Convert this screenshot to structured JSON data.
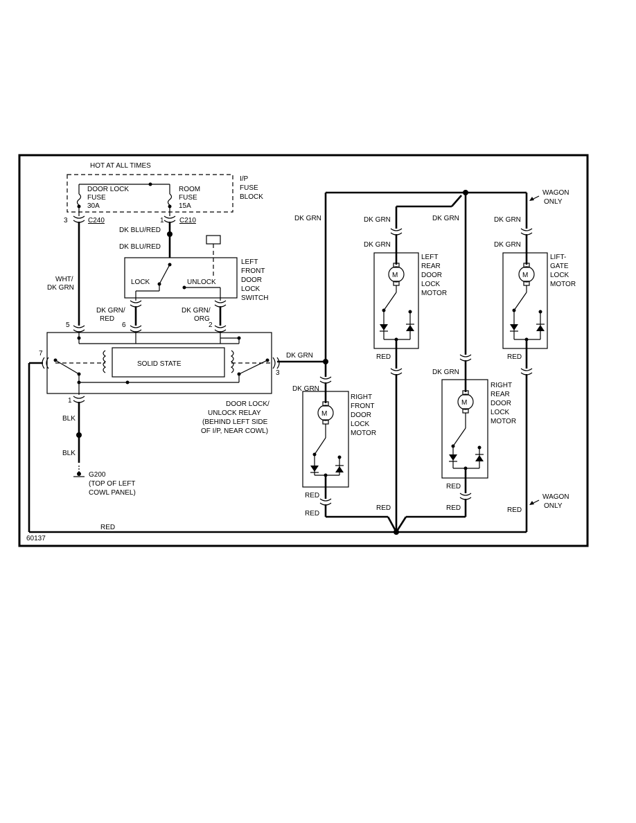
{
  "diagram_id": "60137",
  "hot_label": "HOT AT ALL TIMES",
  "fuse_block": {
    "l1": "I/P",
    "l2": "FUSE",
    "l3": "BLOCK"
  },
  "door_lock_fuse": {
    "l1": "DOOR LOCK",
    "l2": "FUSE",
    "l3": "30A"
  },
  "room_fuse": {
    "l1": "ROOM",
    "l2": "FUSE",
    "l3": "15A"
  },
  "connectors": {
    "c240": "C240",
    "c240_pin": "3",
    "c210": "C210",
    "c210_pin": "1"
  },
  "wires": {
    "dk_blu_red": "DK BLU/RED",
    "wht": "WHT/",
    "dk_grn": "DK GRN",
    "dk_grn_slash": "DK GRN/",
    "red_l": "RED",
    "org": "ORG",
    "blk": "BLK",
    "red": "RED"
  },
  "left_front_switch": {
    "l1": "LEFT",
    "l2": "FRONT",
    "l3": "DOOR",
    "l4": "LOCK",
    "l5": "SWITCH",
    "lock": "LOCK",
    "unlock": "UNLOCK"
  },
  "relay": {
    "solid_state": "SOLID STATE",
    "pins": {
      "p5": "5",
      "p6": "6",
      "p2": "2",
      "p7": "7",
      "p3": "3",
      "p1": "1"
    },
    "l1": "DOOR LOCK/",
    "l2": "UNLOCK RELAY",
    "l3": "(BEHIND LEFT SIDE",
    "l4": "OF I/P, NEAR COWL)"
  },
  "ground": {
    "l1": "G200",
    "l2": "(TOP OF LEFT",
    "l3": "COWL PANEL)"
  },
  "motor_symbol": "M",
  "motors": {
    "rf": {
      "l1": "RIGHT",
      "l2": "FRONT",
      "l3": "DOOR",
      "l4": "LOCK",
      "l5": "MOTOR"
    },
    "lr": {
      "l1": "LEFT",
      "l2": "REAR",
      "l3": "DOOR",
      "l4": "LOCK",
      "l5": "MOTOR"
    },
    "rr": {
      "l1": "RIGHT",
      "l2": "REAR",
      "l3": "DOOR",
      "l4": "LOCK",
      "l5": "MOTOR"
    },
    "lg": {
      "l1": "LIFT-",
      "l2": "GATE",
      "l3": "LOCK",
      "l4": "MOTOR"
    }
  },
  "wagon_only": {
    "l1": "WAGON",
    "l2": "ONLY"
  }
}
